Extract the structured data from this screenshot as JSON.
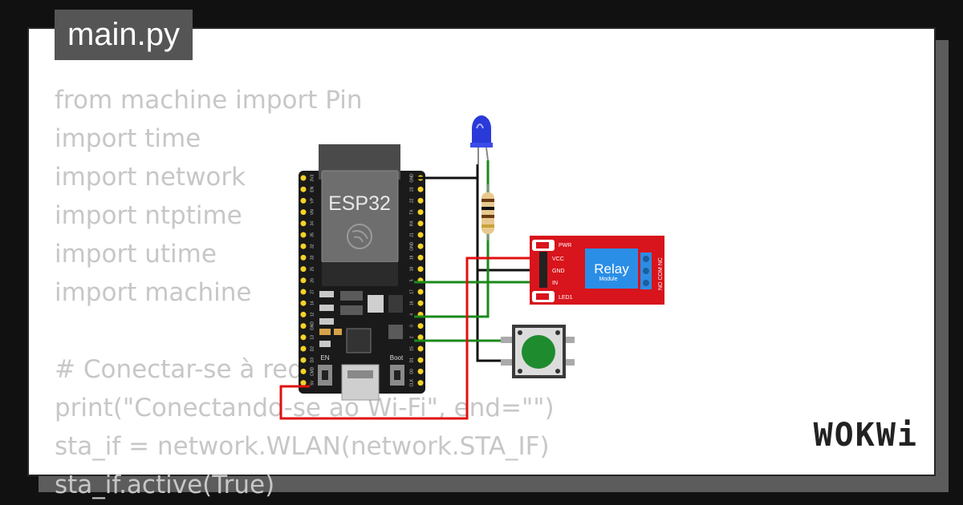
{
  "file_tab": {
    "label": "main.py"
  },
  "code_lines": [
    "from machine import Pin",
    "import time",
    "import network",
    "import ntptime",
    "import utime",
    "import machine",
    "",
    "# Conectar-se à rede",
    "print(\"Conectando-se ao Wi-Fi\", end=\"\")",
    "sta_if = network.WLAN(network.STA_IF)",
    "sta_if.active(True)"
  ],
  "board": {
    "name": "ESP32",
    "en_label": "EN",
    "boot_label": "Boot",
    "left_pins": [
      "3V3",
      "EN",
      "VP",
      "VN",
      "34",
      "35",
      "32",
      "33",
      "25",
      "26",
      "27",
      "14",
      "12",
      "GND",
      "13",
      "D2",
      "D3",
      "CMD",
      "5V"
    ],
    "right_pins": [
      "GND",
      "23",
      "22",
      "TX",
      "RX",
      "21",
      "GND",
      "19",
      "18",
      "5",
      "17",
      "16",
      "4",
      "0",
      "2",
      "15",
      "D1",
      "D0",
      "CLK"
    ]
  },
  "relay": {
    "title": "Relay",
    "subtitle": "Module",
    "pwr_label": "PWR",
    "led_label": "LED1",
    "pins": [
      "VCC",
      "GND",
      "IN"
    ],
    "terminals": "NO COM NC"
  },
  "brand": "WOKWi",
  "colors": {
    "background": "#111111",
    "card": "#ffffff",
    "board": "#1a1a1a",
    "pin": "#f5d328",
    "wire_black": "#111111",
    "wire_green": "#1a8a1a",
    "wire_red": "#e01010",
    "led_blue": "#2a3ad8",
    "relay_red": "#d8141c",
    "relay_blue": "#2b8ee6",
    "button_green": "#1e8c2e"
  },
  "icons": [
    "espressif-logo-icon",
    "usb-port-icon"
  ]
}
